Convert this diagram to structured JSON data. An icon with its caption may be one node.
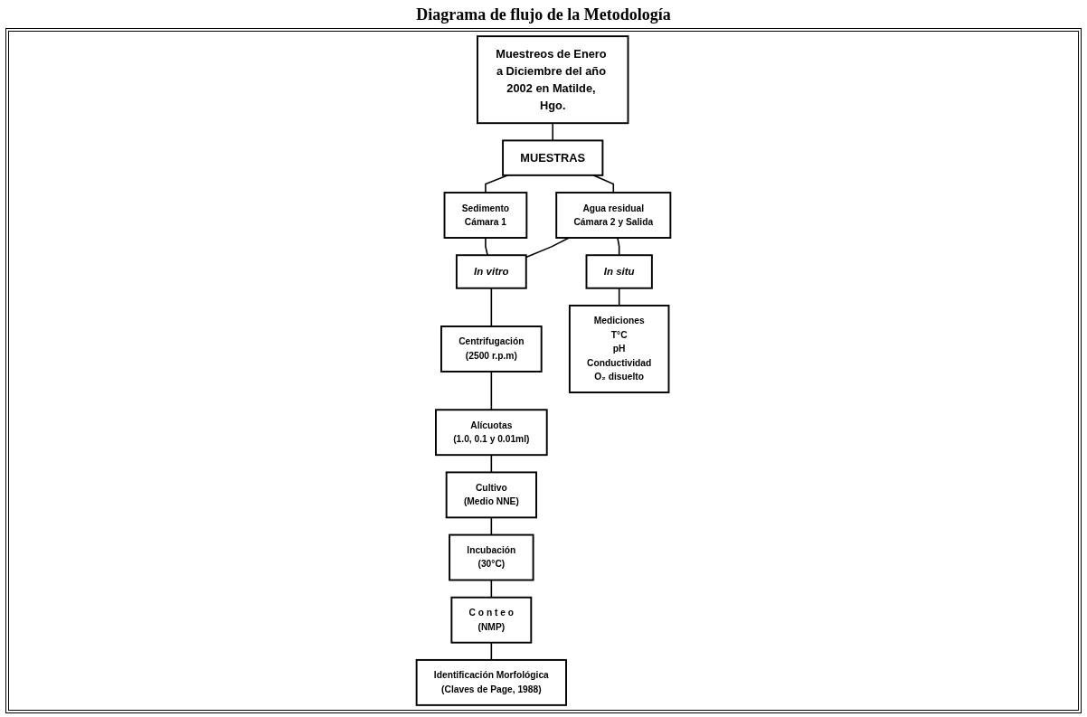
{
  "diagram": {
    "title": "Diagrama de flujo de la Metodología",
    "nodes": [
      {
        "text": [
          "Muestreos de Enero a Diciembre del año 2002 en Matilde, Hgo."
        ]
      },
      {
        "text": [
          "MUESTRAS"
        ]
      },
      {
        "text": [
          "Sedimento",
          "Cámara 1"
        ]
      },
      {
        "text": [
          "Agua residual",
          "Cámara 2 y Salida"
        ]
      },
      {
        "text": [
          "In vitro"
        ]
      },
      {
        "text": [
          "In situ"
        ]
      },
      {
        "text": [
          "Centrifugación",
          "(2500 r.p.m)"
        ]
      },
      {
        "text": [
          "Alícuotas",
          "(1.0, 0.1 y 0.01ml)"
        ]
      },
      {
        "text": [
          "Cultivo",
          "(Medio NNE)"
        ]
      },
      {
        "text": [
          "Incubación",
          "(30°C)"
        ]
      },
      {
        "text": [
          "C o n t e o",
          "(NMP)"
        ]
      },
      {
        "text": [
          "Identificación Morfológica",
          "(Claves de Page, 1988)"
        ]
      },
      {
        "text": [
          "Mediciones",
          "T°C",
          "pH",
          "Conductividad",
          "O₂ disuelto"
        ]
      }
    ],
    "edges": [
      {
        "from": 0,
        "to": 1,
        "arrow": "none"
      },
      {
        "from": 1,
        "to": 2,
        "arrow": "none"
      },
      {
        "from": 1,
        "to": 3,
        "arrow": "none"
      },
      {
        "from": 2,
        "to": 4,
        "arrow": "none"
      },
      {
        "from": 3,
        "to": 4,
        "arrow": "none"
      },
      {
        "from": 3,
        "to": 5,
        "arrow": "none"
      },
      {
        "from": 4,
        "to": 6,
        "arrow": "none"
      },
      {
        "from": 6,
        "to": 7,
        "arrow": "none"
      },
      {
        "from": 7,
        "to": 8,
        "arrow": "none"
      },
      {
        "from": 8,
        "to": 9,
        "arrow": "none"
      },
      {
        "from": 9,
        "to": 10,
        "arrow": "none"
      },
      {
        "from": 10,
        "to": 11,
        "arrow": "none"
      },
      {
        "from": 5,
        "to": 12,
        "arrow": "none"
      }
    ]
  }
}
